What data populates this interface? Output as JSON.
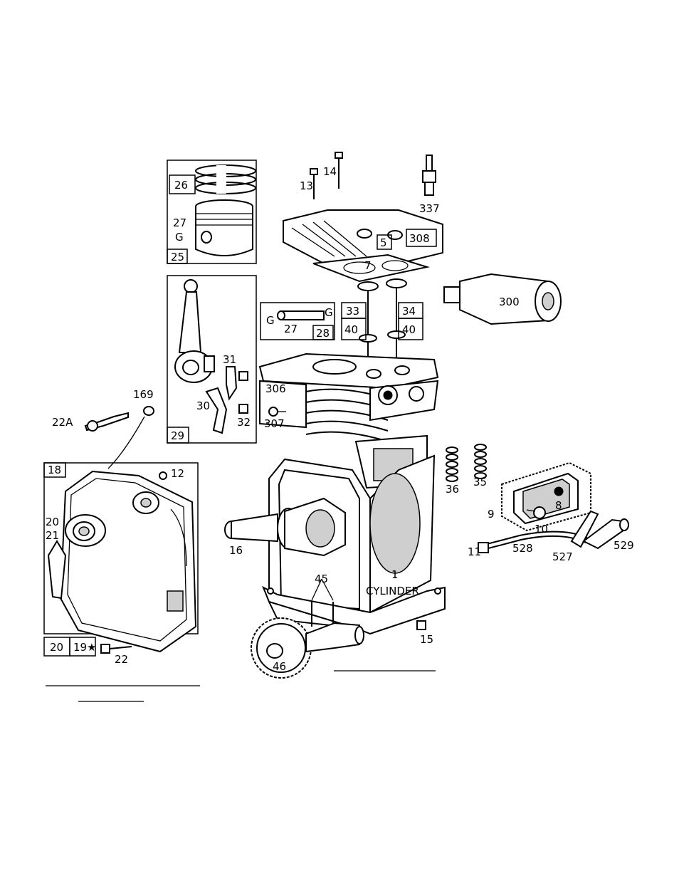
{
  "diagram": {
    "labels": {
      "piston_rings": "26",
      "piston": "27",
      "piston_g": "G",
      "piston_assembly": "25",
      "connecting_rod_assembly": "29",
      "rod_lock": "31",
      "rod_bolt": "30",
      "rod_screw": "32",
      "screw_13": "13",
      "screw_14": "14",
      "spark_plug": "337",
      "head": "308",
      "head_gasket_num": "5",
      "gasket": "7",
      "muffler": "300",
      "pin_g_left": "G",
      "pin_g_right": "G",
      "pin": "27",
      "pin_assembly": "28",
      "valve_exhaust": "33",
      "valve_intake": "34",
      "retainer_left": "40",
      "retainer_right": "40",
      "cylinder_head_assy": "306",
      "plug_307": "307",
      "spring_36": "36",
      "spring_35": "35",
      "tappet_cover": "8",
      "cover_gasket": "9",
      "cover_screw": "10",
      "tube_end": "11",
      "breather_tube": "528",
      "clip": "527",
      "elbow": "529",
      "crankshaft": "16",
      "cylinder_num": "1",
      "cylinder_word": "CYLINDER",
      "dowels": "45",
      "cam_gear": "46",
      "drain_plug": "15",
      "governor": "169",
      "governor_shaft": "22A",
      "sump_assembly": "18",
      "sump_screw": "12",
      "oil_seal": "20",
      "dipstick": "21",
      "oil_seal_box": "20",
      "sump_gasket": "19★",
      "sump_bolt": "22"
    }
  }
}
